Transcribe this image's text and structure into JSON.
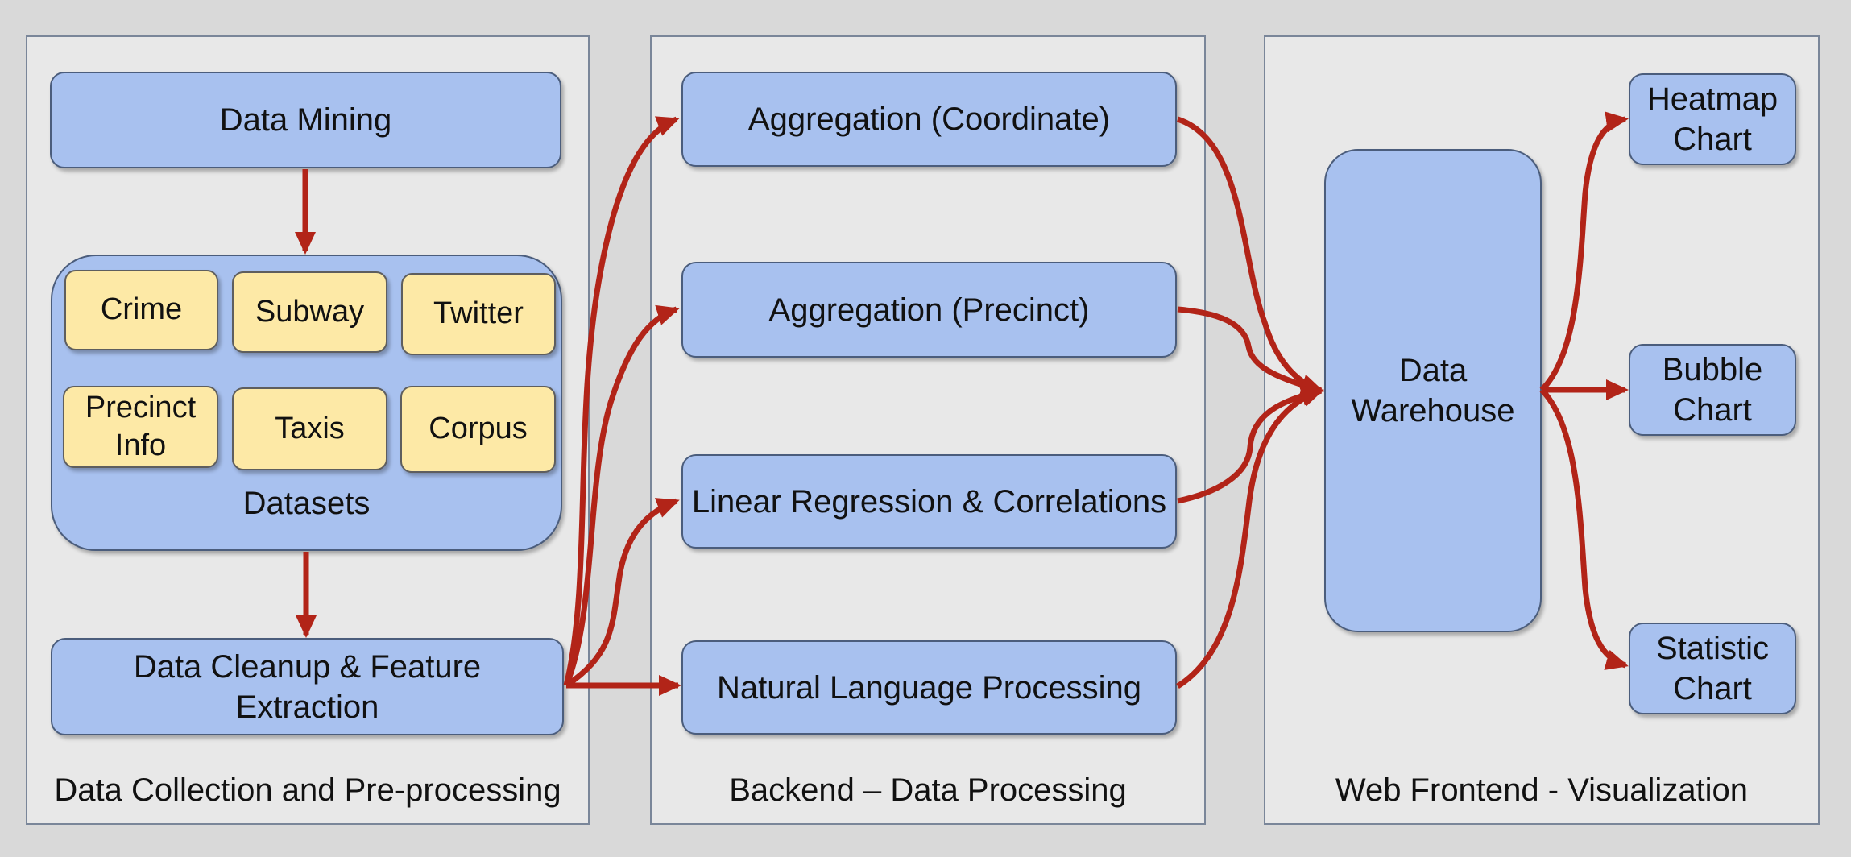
{
  "panels": {
    "collection": {
      "title": "Data Collection and Pre-processing"
    },
    "backend": {
      "title": "Backend – Data Processing"
    },
    "frontend": {
      "title": "Web Frontend - Visualization"
    }
  },
  "collection": {
    "data_mining": "Data Mining",
    "datasets_label": "Datasets",
    "datasets": [
      "Crime",
      "Subway",
      "Twitter",
      "Precinct\nInfo",
      "Taxis",
      "Corpus"
    ],
    "cleanup": "Data Cleanup & Feature\nExtraction"
  },
  "backend": {
    "agg_coordinate": "Aggregation (Coordinate)",
    "agg_precinct": "Aggregation (Precinct)",
    "linear_regression": "Linear Regression & Correlations",
    "nlp": "Natural Language Processing"
  },
  "frontend": {
    "warehouse": "Data\nWarehouse",
    "heatmap": "Heatmap\nChart",
    "bubble": "Bubble\nChart",
    "statistic": "Statistic\nChart"
  },
  "colors": {
    "box_fill": "#a8c1ef",
    "dataset_fill": "#fde9a6",
    "arrow": "#b22418",
    "panel_fill": "#e8e8e8"
  }
}
